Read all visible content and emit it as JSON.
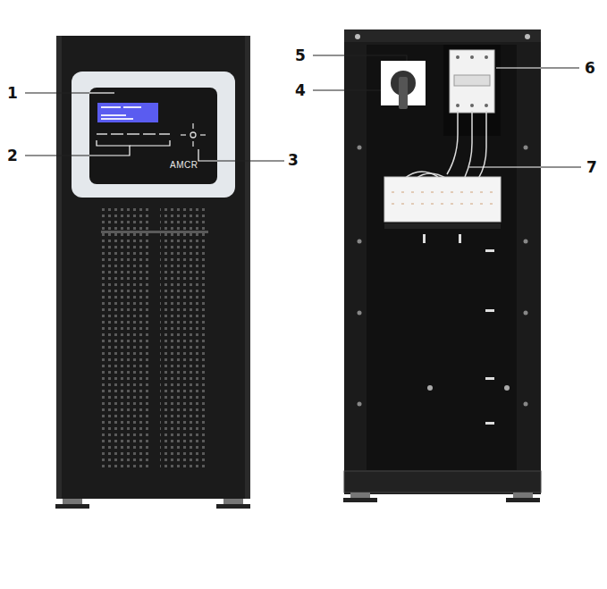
{
  "diagram": {
    "labels": [
      "1",
      "2",
      "3",
      "4",
      "5",
      "6",
      "7",
      "AMCR"
    ]
  }
}
